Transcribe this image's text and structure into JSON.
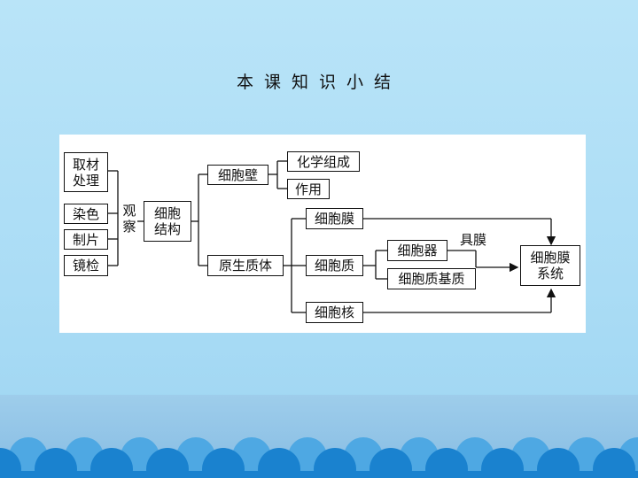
{
  "slide": {
    "title": "本课知识小结"
  },
  "diagram": {
    "prep_steps": [
      "取材",
      "处理",
      "染色",
      "制片",
      "镜检"
    ],
    "observe": [
      "观",
      "察"
    ],
    "cell_structure": [
      "细胞",
      "结构"
    ],
    "cell_wall": "细胞壁",
    "chemical_composition": "化学组成",
    "function": "作用",
    "protoplasm": "原生质体",
    "cell_membrane": "细胞膜",
    "cytoplasm": "细胞质",
    "nucleus": "细胞核",
    "organelles": "细胞器",
    "cytoplasmic_matrix": "细胞质基质",
    "with_membrane": "具膜",
    "membrane_system": [
      "细胞膜",
      "系统"
    ]
  },
  "colors": {
    "wave": "#1a82cf",
    "wave_light": "#4ea8e3",
    "background": "#b9e4f8"
  }
}
